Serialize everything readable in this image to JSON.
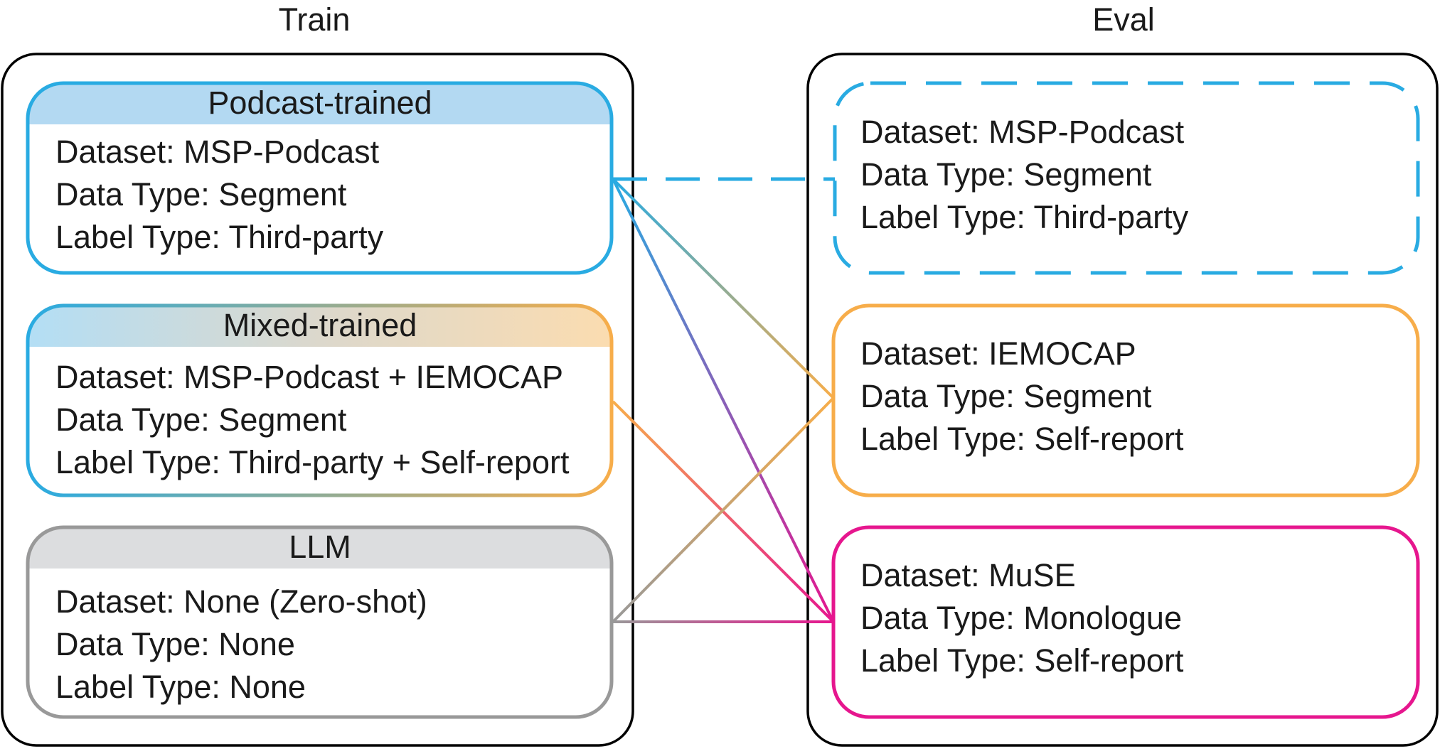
{
  "train": {
    "title": "Train",
    "boxes": [
      {
        "title": "Podcast-trained",
        "lines": [
          "Dataset: MSP-Podcast",
          "Data Type: Segment",
          "Label Type: Third-party"
        ]
      },
      {
        "title": "Mixed-trained",
        "lines": [
          "Dataset: MSP-Podcast + IEMOCAP",
          "Data Type: Segment",
          "Label Type: Third-party + Self-report"
        ]
      },
      {
        "title": "LLM",
        "lines": [
          "Dataset: None (Zero-shot)",
          "Data Type: None",
          "Label Type: None"
        ]
      }
    ]
  },
  "eval": {
    "title": "Eval",
    "boxes": [
      {
        "lines": [
          "Dataset: MSP-Podcast",
          "Data Type: Segment",
          "Label Type: Third-party"
        ]
      },
      {
        "lines": [
          "Dataset: IEMOCAP",
          "Data Type: Segment",
          "Label Type: Self-report"
        ]
      },
      {
        "lines": [
          "Dataset: MuSE",
          "Data Type: Monologue",
          "Label Type: Self-report"
        ]
      }
    ]
  },
  "colors": {
    "podcast": "#29abe2",
    "podcast_header": "#b3d9f2",
    "mixed_right": "#f7ad4a",
    "mixed_header_right": "#fbdcb0",
    "llm": "#999999",
    "llm_header": "#dcdddf",
    "iemocap": "#f7ad4a",
    "muse": "#e6168e",
    "frame": "#000000"
  }
}
